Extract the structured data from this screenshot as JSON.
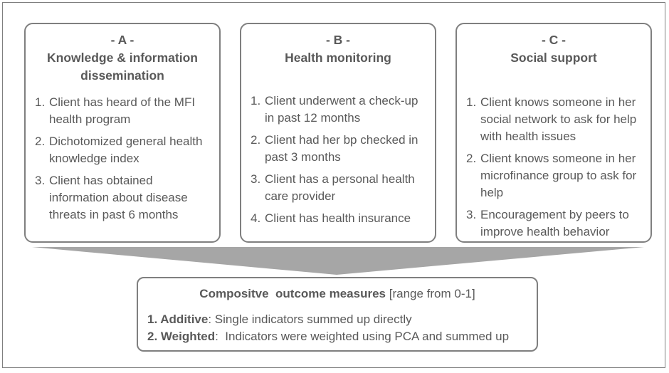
{
  "categories": [
    {
      "letter": "- A -",
      "title_lines": [
        "Knowledge & information",
        "dissemination"
      ],
      "items": [
        {
          "num": "1.",
          "text": "Client has heard of the MFI health program"
        },
        {
          "num": "2.",
          "text": "Dichotomized general health knowledge index"
        },
        {
          "num": "3.",
          "text": "Client has obtained information about disease threats in past 6 months"
        }
      ]
    },
    {
      "letter": "- B -",
      "title_lines": [
        "Health monitoring"
      ],
      "items": [
        {
          "num": "1.",
          "text": "Client underwent a check-up in past 12 months"
        },
        {
          "num": "2.",
          "text": "Client had her bp checked in past 3 months"
        },
        {
          "num": "3.",
          "text": "Client has a personal health care provider"
        },
        {
          "num": "4.",
          "text": "Client has health insurance"
        }
      ]
    },
    {
      "letter": "- C -",
      "title_lines": [
        "Social support"
      ],
      "items": [
        {
          "num": "1.",
          "text": "Client knows someone in her social network to ask for help with health issues"
        },
        {
          "num": "2.",
          "text": "Client knows someone in her microfinance group to ask for help"
        },
        {
          "num": "3.",
          "text": "Encouragement by peers to improve health behavior"
        }
      ]
    }
  ],
  "composite": {
    "title_bold": "Compositve  outcome measures",
    "title_range": "[range from 0-1]",
    "measures": [
      {
        "label": "1. Additive",
        "text": ": Single indicators summed up directly"
      },
      {
        "label": "2. Weighted",
        "text": ":  Indicators were weighted using PCA and summed up"
      }
    ]
  },
  "colors": {
    "border": "#7f7f7f",
    "text": "#595959",
    "arrow": "#a6a6a6"
  }
}
